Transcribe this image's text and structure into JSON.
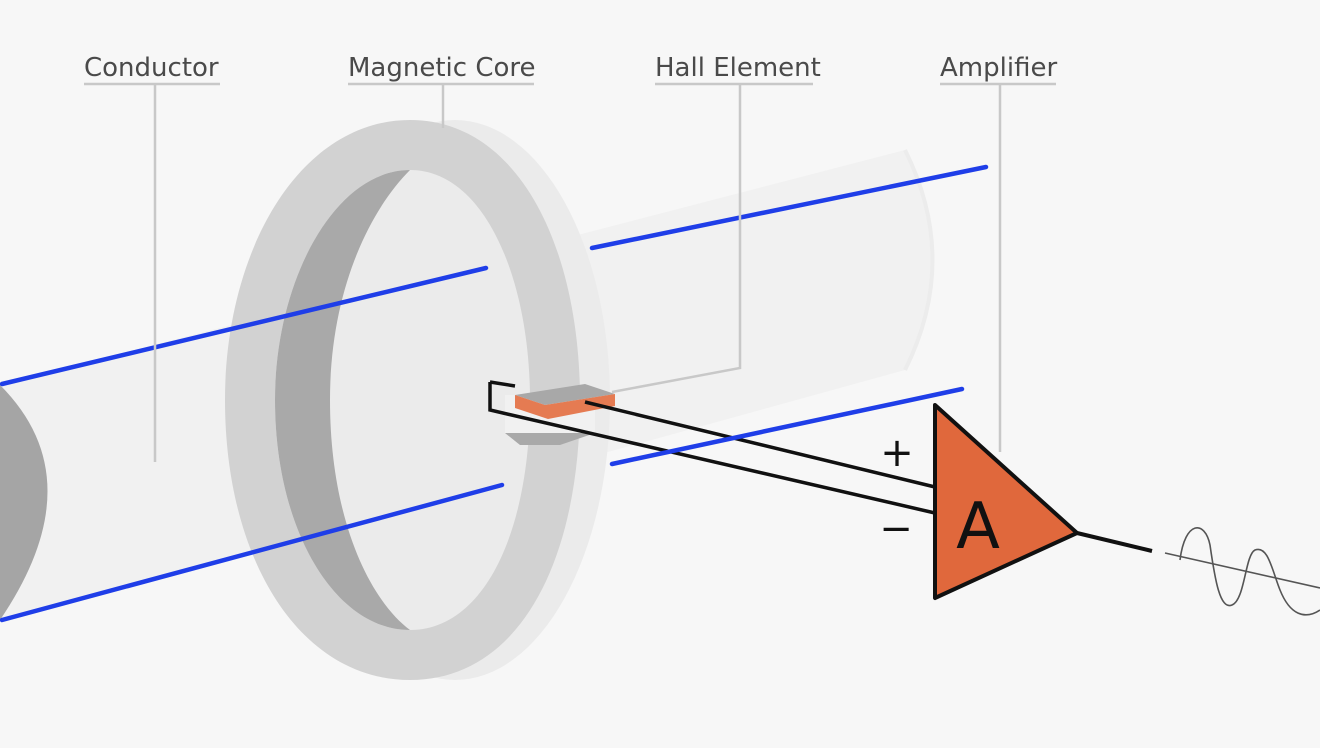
{
  "labels": {
    "conductor": "Conductor",
    "magnetic_core": "Magnetic Core",
    "hall_element": "Hall Element",
    "amplifier": "Amplifier"
  },
  "amplifier": {
    "symbol": "A",
    "plus": "+",
    "minus": "−"
  },
  "colors": {
    "field_lines": "#1f3ee8",
    "amplifier_fill": "#e0683c",
    "hall_element_fill": "#e57b52",
    "core": "#d2d2d2",
    "core_inner": "#a9a9a9",
    "conductor": "#f1f1f1",
    "conductor_end": "#a5a5a5",
    "leader_lines": "#c8c8c8",
    "wire": "#111111"
  }
}
